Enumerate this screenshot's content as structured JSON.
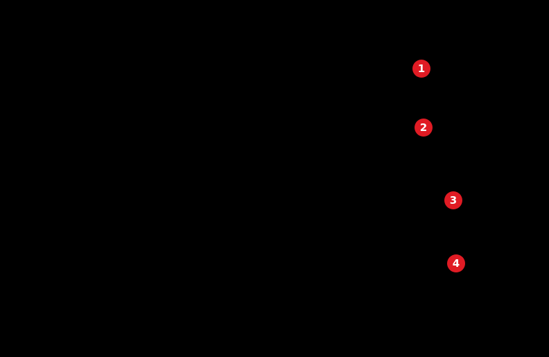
{
  "canvas": {
    "background_color": "#000000"
  },
  "annotations": {
    "badge_color": "#e01b24",
    "badge_text_color": "#ffffff",
    "badges": [
      {
        "label": "1"
      },
      {
        "label": "2"
      },
      {
        "label": "3"
      },
      {
        "label": "4"
      }
    ]
  }
}
